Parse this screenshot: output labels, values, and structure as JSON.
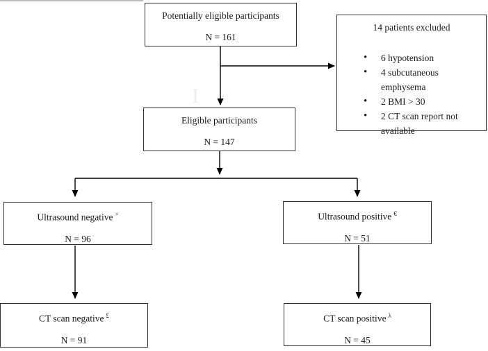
{
  "boxes": {
    "potentially_eligible": {
      "title": "Potentially eligible participants",
      "n": "N = 161"
    },
    "excluded": {
      "title": "14 patients excluded",
      "items": [
        "6 hypotension",
        "4 subcutaneous emphysema",
        "2 BMI > 30",
        "2 CT scan report not available"
      ]
    },
    "eligible": {
      "title": "Eligible participants",
      "n": "N = 147"
    },
    "ultrasound_negative": {
      "title": "Ultrasound negative",
      "sup": "+",
      "n": "N = 96"
    },
    "ultrasound_positive": {
      "title": "Ultrasound positive",
      "sup": "€",
      "n": "N = 51"
    },
    "ct_negative": {
      "title": "CT scan negative",
      "sup": "£",
      "n": "N = 91"
    },
    "ct_positive": {
      "title": "CT scan positive",
      "sup": "λ",
      "n": "N = 45"
    }
  },
  "artifact": {
    "ghost_glyph": "I"
  },
  "colors": {
    "line": "#000000",
    "border": "#2e2e2e",
    "text": "#1b1b1b",
    "background": "#ffffff"
  }
}
